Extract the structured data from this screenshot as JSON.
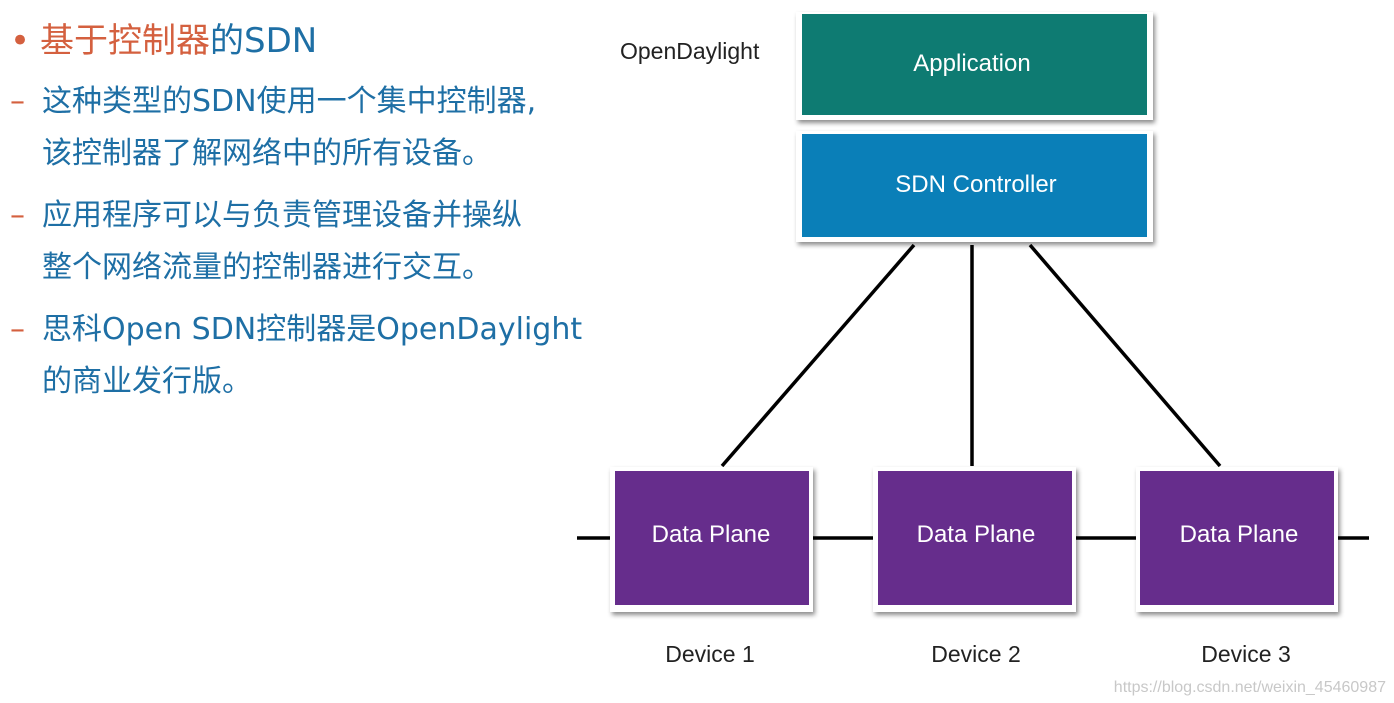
{
  "slide": {
    "heading": {
      "bullet": "•",
      "accent_text": "基于控制器",
      "rest_text": "的SDN"
    },
    "items": [
      {
        "dash": "–",
        "lines": [
          "这种类型的SDN使用一个集中控制器,",
          "该控制器了解网络中的所有设备。"
        ]
      },
      {
        "dash": "–",
        "lines": [
          "应用程序可以与负责管理设备并操纵",
          "整个网络流量的控制器进行交互。"
        ]
      },
      {
        "dash": "–",
        "lines": [
          "思科Open SDN控制器是OpenDaylight",
          "的商业发行版。"
        ]
      }
    ]
  },
  "diagram": {
    "side_label": "OpenDaylight",
    "application": {
      "label": "Application",
      "color": "#0e7b72"
    },
    "controller": {
      "label": "SDN Controller",
      "color": "#0a7fb8"
    },
    "devices": [
      {
        "plane_label": "Data Plane",
        "device_label": "Device 1",
        "color": "#662d8c"
      },
      {
        "plane_label": "Data Plane",
        "device_label": "Device 2",
        "color": "#662d8c"
      },
      {
        "plane_label": "Data Plane",
        "device_label": "Device 3",
        "color": "#662d8c"
      }
    ]
  },
  "watermark": "https://blog.csdn.net/weixin_45460987"
}
